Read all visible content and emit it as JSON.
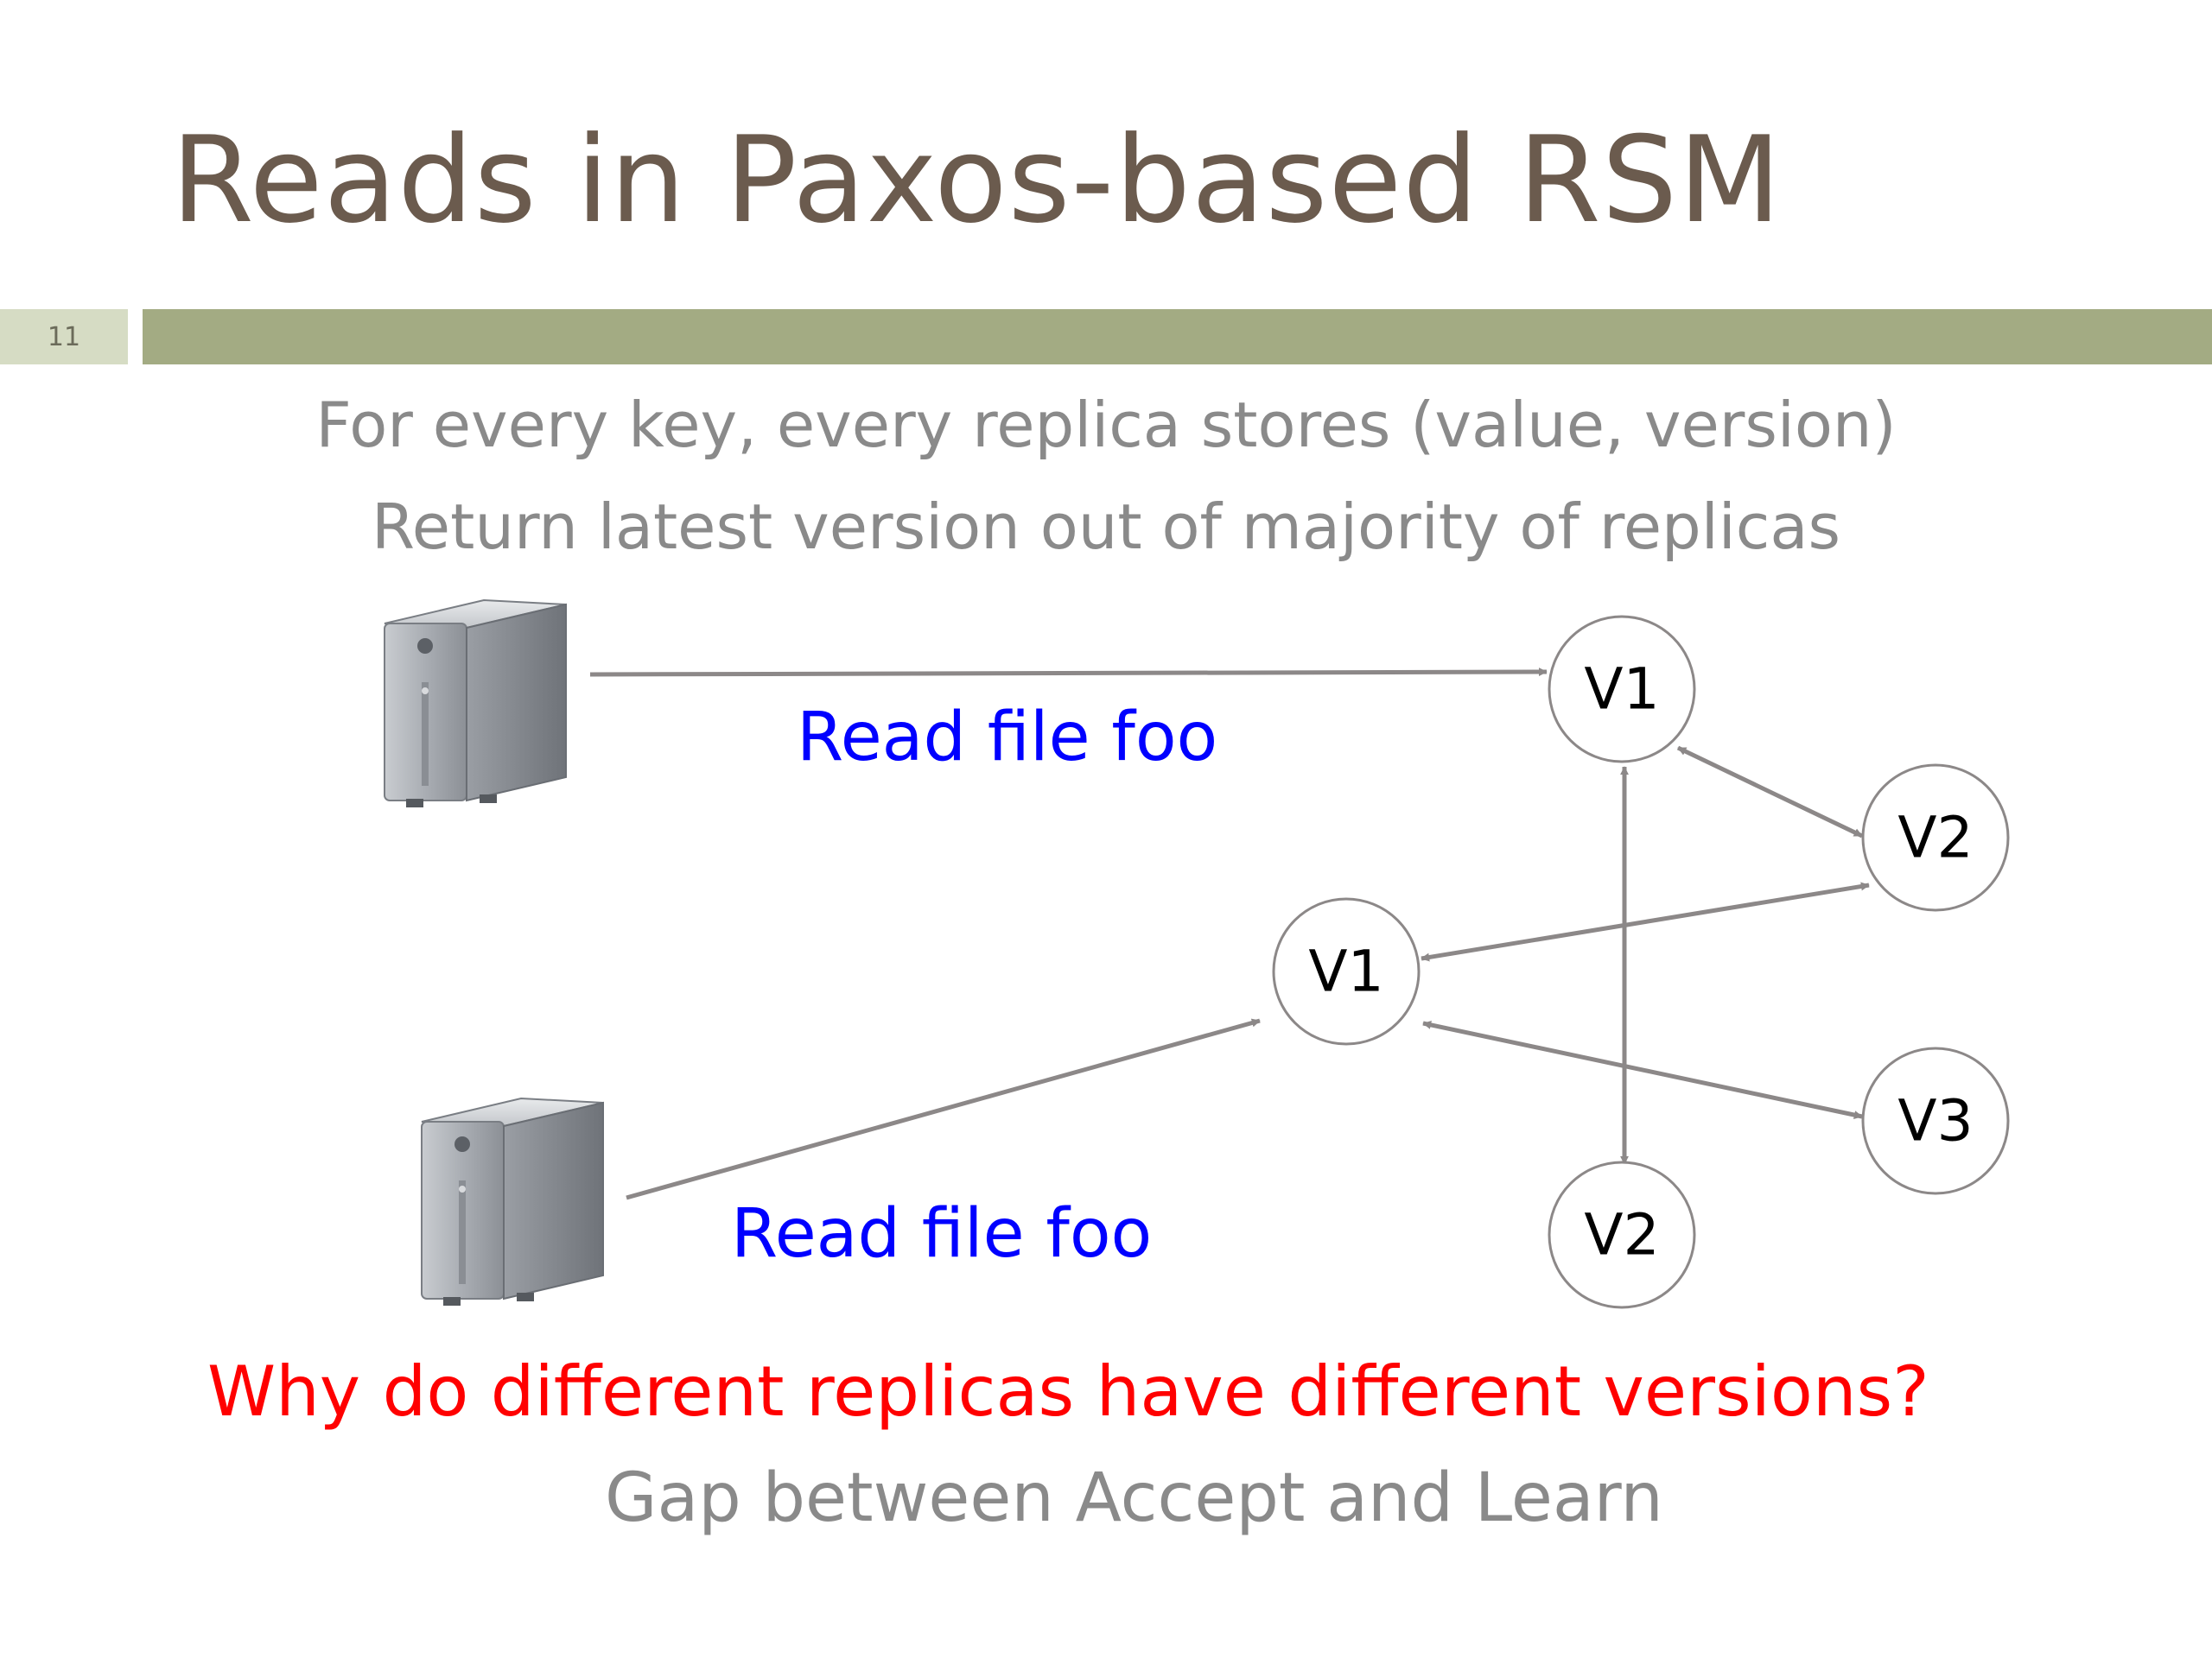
{
  "title": "Reads in Paxos-based RSM",
  "slide_number": "11",
  "bullets": [
    "For every key, every replica stores (value, version)",
    "Return latest version out of majority of replicas"
  ],
  "diagram": {
    "clients": [
      {
        "name": "server-top",
        "request_label": "Read file foo"
      },
      {
        "name": "server-bottom",
        "request_label": "Read file foo"
      }
    ],
    "replicas": [
      {
        "id": "r1",
        "label": "V1"
      },
      {
        "id": "r2",
        "label": "V2"
      },
      {
        "id": "r3",
        "label": "V1"
      },
      {
        "id": "r4",
        "label": "V3"
      },
      {
        "id": "r5",
        "label": "V2"
      }
    ],
    "label_color": "#0000ff",
    "arrow_color": "#8c8888"
  },
  "question": "Why do different replicas have different versions?",
  "answer": "Gap between Accept and Learn"
}
